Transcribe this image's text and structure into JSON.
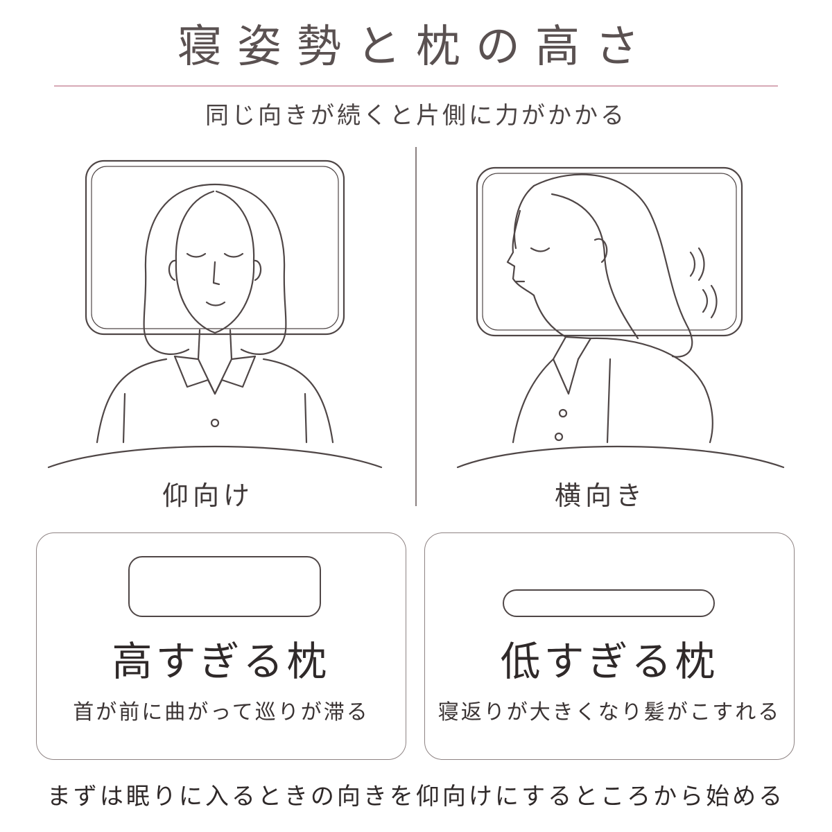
{
  "header": {
    "title": "寝姿勢と枕の高さ",
    "subtitle": "同じ向きが続くと片側に力がかかる"
  },
  "poses": {
    "left_label": "仰向け",
    "right_label": "横向き"
  },
  "cards": [
    {
      "title": "高すぎる枕",
      "desc": "首が前に曲がって巡りが滞る"
    },
    {
      "title": "低すぎる枕",
      "desc": "寝返りが大きくなり髪がこすれる"
    }
  ],
  "footer": {
    "text": "まずは眠りに入るときの向きを仰向けにするところから始める"
  },
  "colors": {
    "accent_rule": "#d7a9b6",
    "line_art": "#4f4646",
    "text": "#3f3838"
  }
}
